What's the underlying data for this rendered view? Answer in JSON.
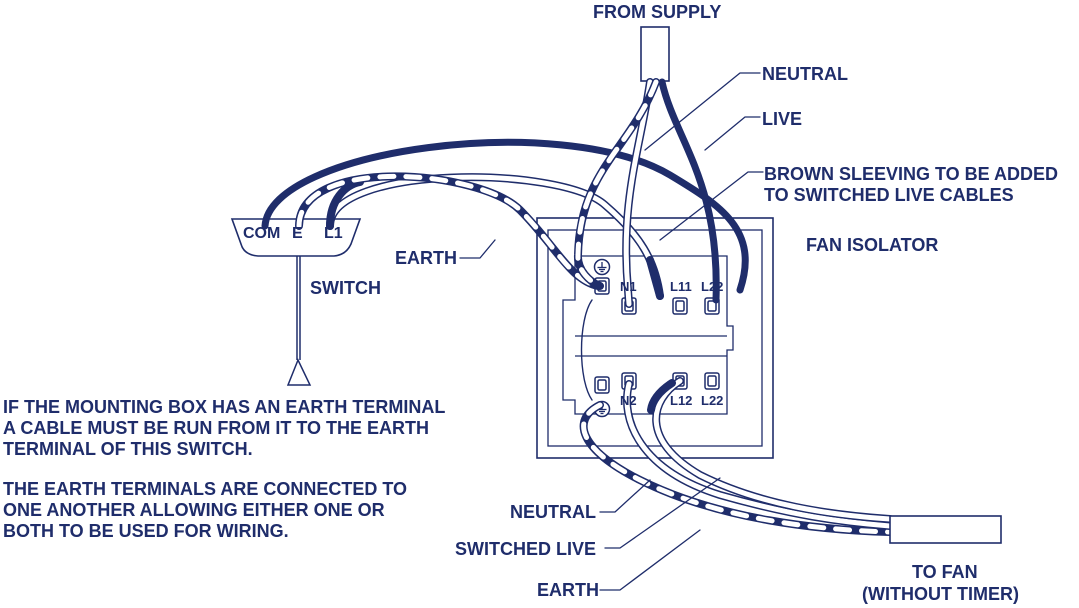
{
  "labels": {
    "from_supply": "FROM SUPPLY",
    "neutral_top": "NEUTRAL",
    "live": "LIVE",
    "brown_sleeving_1": "BROWN SLEEVING TO BE ADDED",
    "brown_sleeving_2": "TO SWITCHED LIVE CABLES",
    "fan_isolator": "FAN ISOLATOR",
    "earth_top": "EARTH",
    "switch": "SWITCH",
    "switch_terminals": {
      "com": "COM",
      "e": "E",
      "l1": "L1"
    },
    "isolator_terminals": {
      "n1": "N1",
      "l11": "L11",
      "l22_top": "L22",
      "n2": "N2",
      "l12": "L12",
      "l22_bottom": "L22"
    },
    "note_1": [
      "IF THE MOUNTING BOX HAS AN EARTH TERMINAL",
      "A CABLE MUST BE RUN FROM IT TO THE EARTH",
      "TERMINAL OF THIS SWITCH."
    ],
    "note_2": [
      "THE EARTH TERMINALS ARE CONNECTED TO",
      "ONE ANOTHER ALLOWING EITHER ONE OR",
      "BOTH TO BE USED FOR WIRING."
    ],
    "neutral_bottom": "NEUTRAL",
    "switched_live": "SWITCHED LIVE",
    "earth_bottom": "EARTH",
    "to_fan_1": "TO FAN",
    "to_fan_2": "(WITHOUT TIMER)"
  },
  "colors": {
    "ink": "#1f2d6b",
    "background": "#ffffff"
  }
}
